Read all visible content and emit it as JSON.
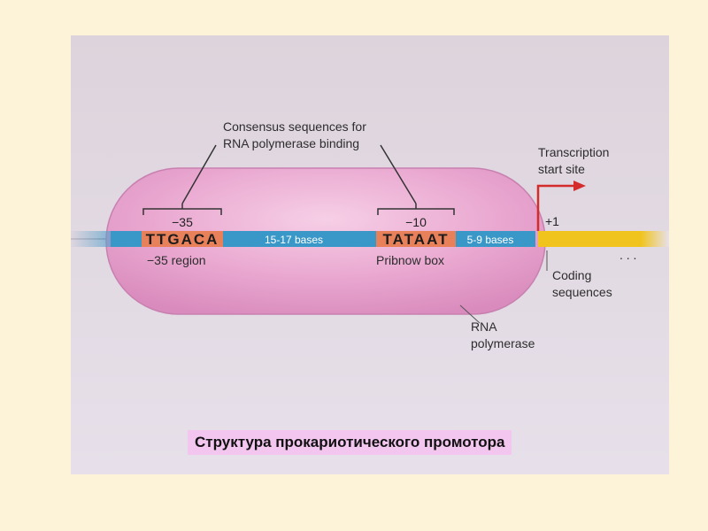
{
  "diagram": {
    "consensus_label": [
      "Consensus sequences for",
      "RNA polymerase binding"
    ],
    "minus35": {
      "position": "−35",
      "sequence": "TTGACA",
      "label": "−35 region"
    },
    "spacer1": "15-17 bases",
    "minus10": {
      "position": "−10",
      "sequence": "TATAAT",
      "label": "Pribnow box"
    },
    "spacer2": "5-9 bases",
    "transcription_start": [
      "Transcription",
      "start site"
    ],
    "plus1": "+1",
    "dots": ". . .",
    "coding": [
      "Coding",
      "sequences"
    ],
    "polymerase": [
      "RNA",
      "polymerase"
    ]
  },
  "caption": "Структура прокариотического промотора",
  "colors": {
    "page_bg": "#fdf3d9",
    "polymerase": "#e9a3cf",
    "dna_blue": "#3a98c8",
    "consensus_box": "#e8805a",
    "coding_yellow": "#f0c41d",
    "arrow_red": "#d42b2b",
    "caption_bg": "#f3c6ef"
  }
}
